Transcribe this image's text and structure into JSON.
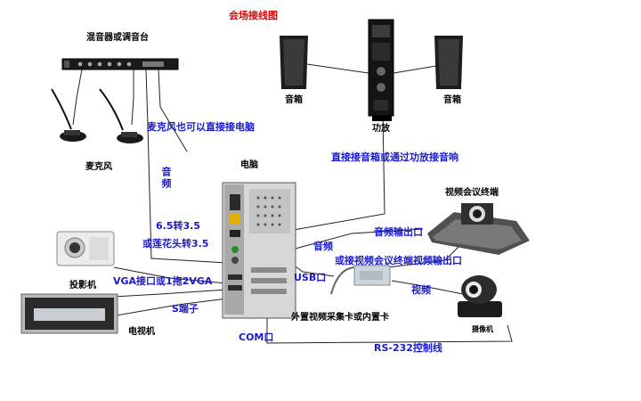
{
  "title": "会场接线图",
  "devices": {
    "mixer": "混音器或调音台",
    "microphone": "麦克风",
    "speaker_left": "音箱",
    "speaker_right": "音箱",
    "amplifier": "功放",
    "computer": "电脑",
    "video_terminal": "视频会议终端",
    "projector": "投影机",
    "tv": "电视机",
    "camera": "摄像机",
    "capture_card": "外置视频采集卡或内置卡"
  },
  "connections": {
    "mic_direct": "麦克风也可以直接接电脑",
    "audio_vertical": "音频",
    "adapter_65": "6.5转3.5",
    "adapter_rca": "或莲花头转3.5",
    "speaker_direct": "直接接音箱或通过功放接音响",
    "audio_out": "音频输出口",
    "audio_pc": "音频",
    "video_out": "或接视频会议终端视频输出口",
    "video": "视频",
    "vga": "VGA接口或1拖2VGA",
    "usb": "USB口",
    "s_video": "S端子",
    "com": "COM口",
    "rs232": "RS-232控制线"
  }
}
